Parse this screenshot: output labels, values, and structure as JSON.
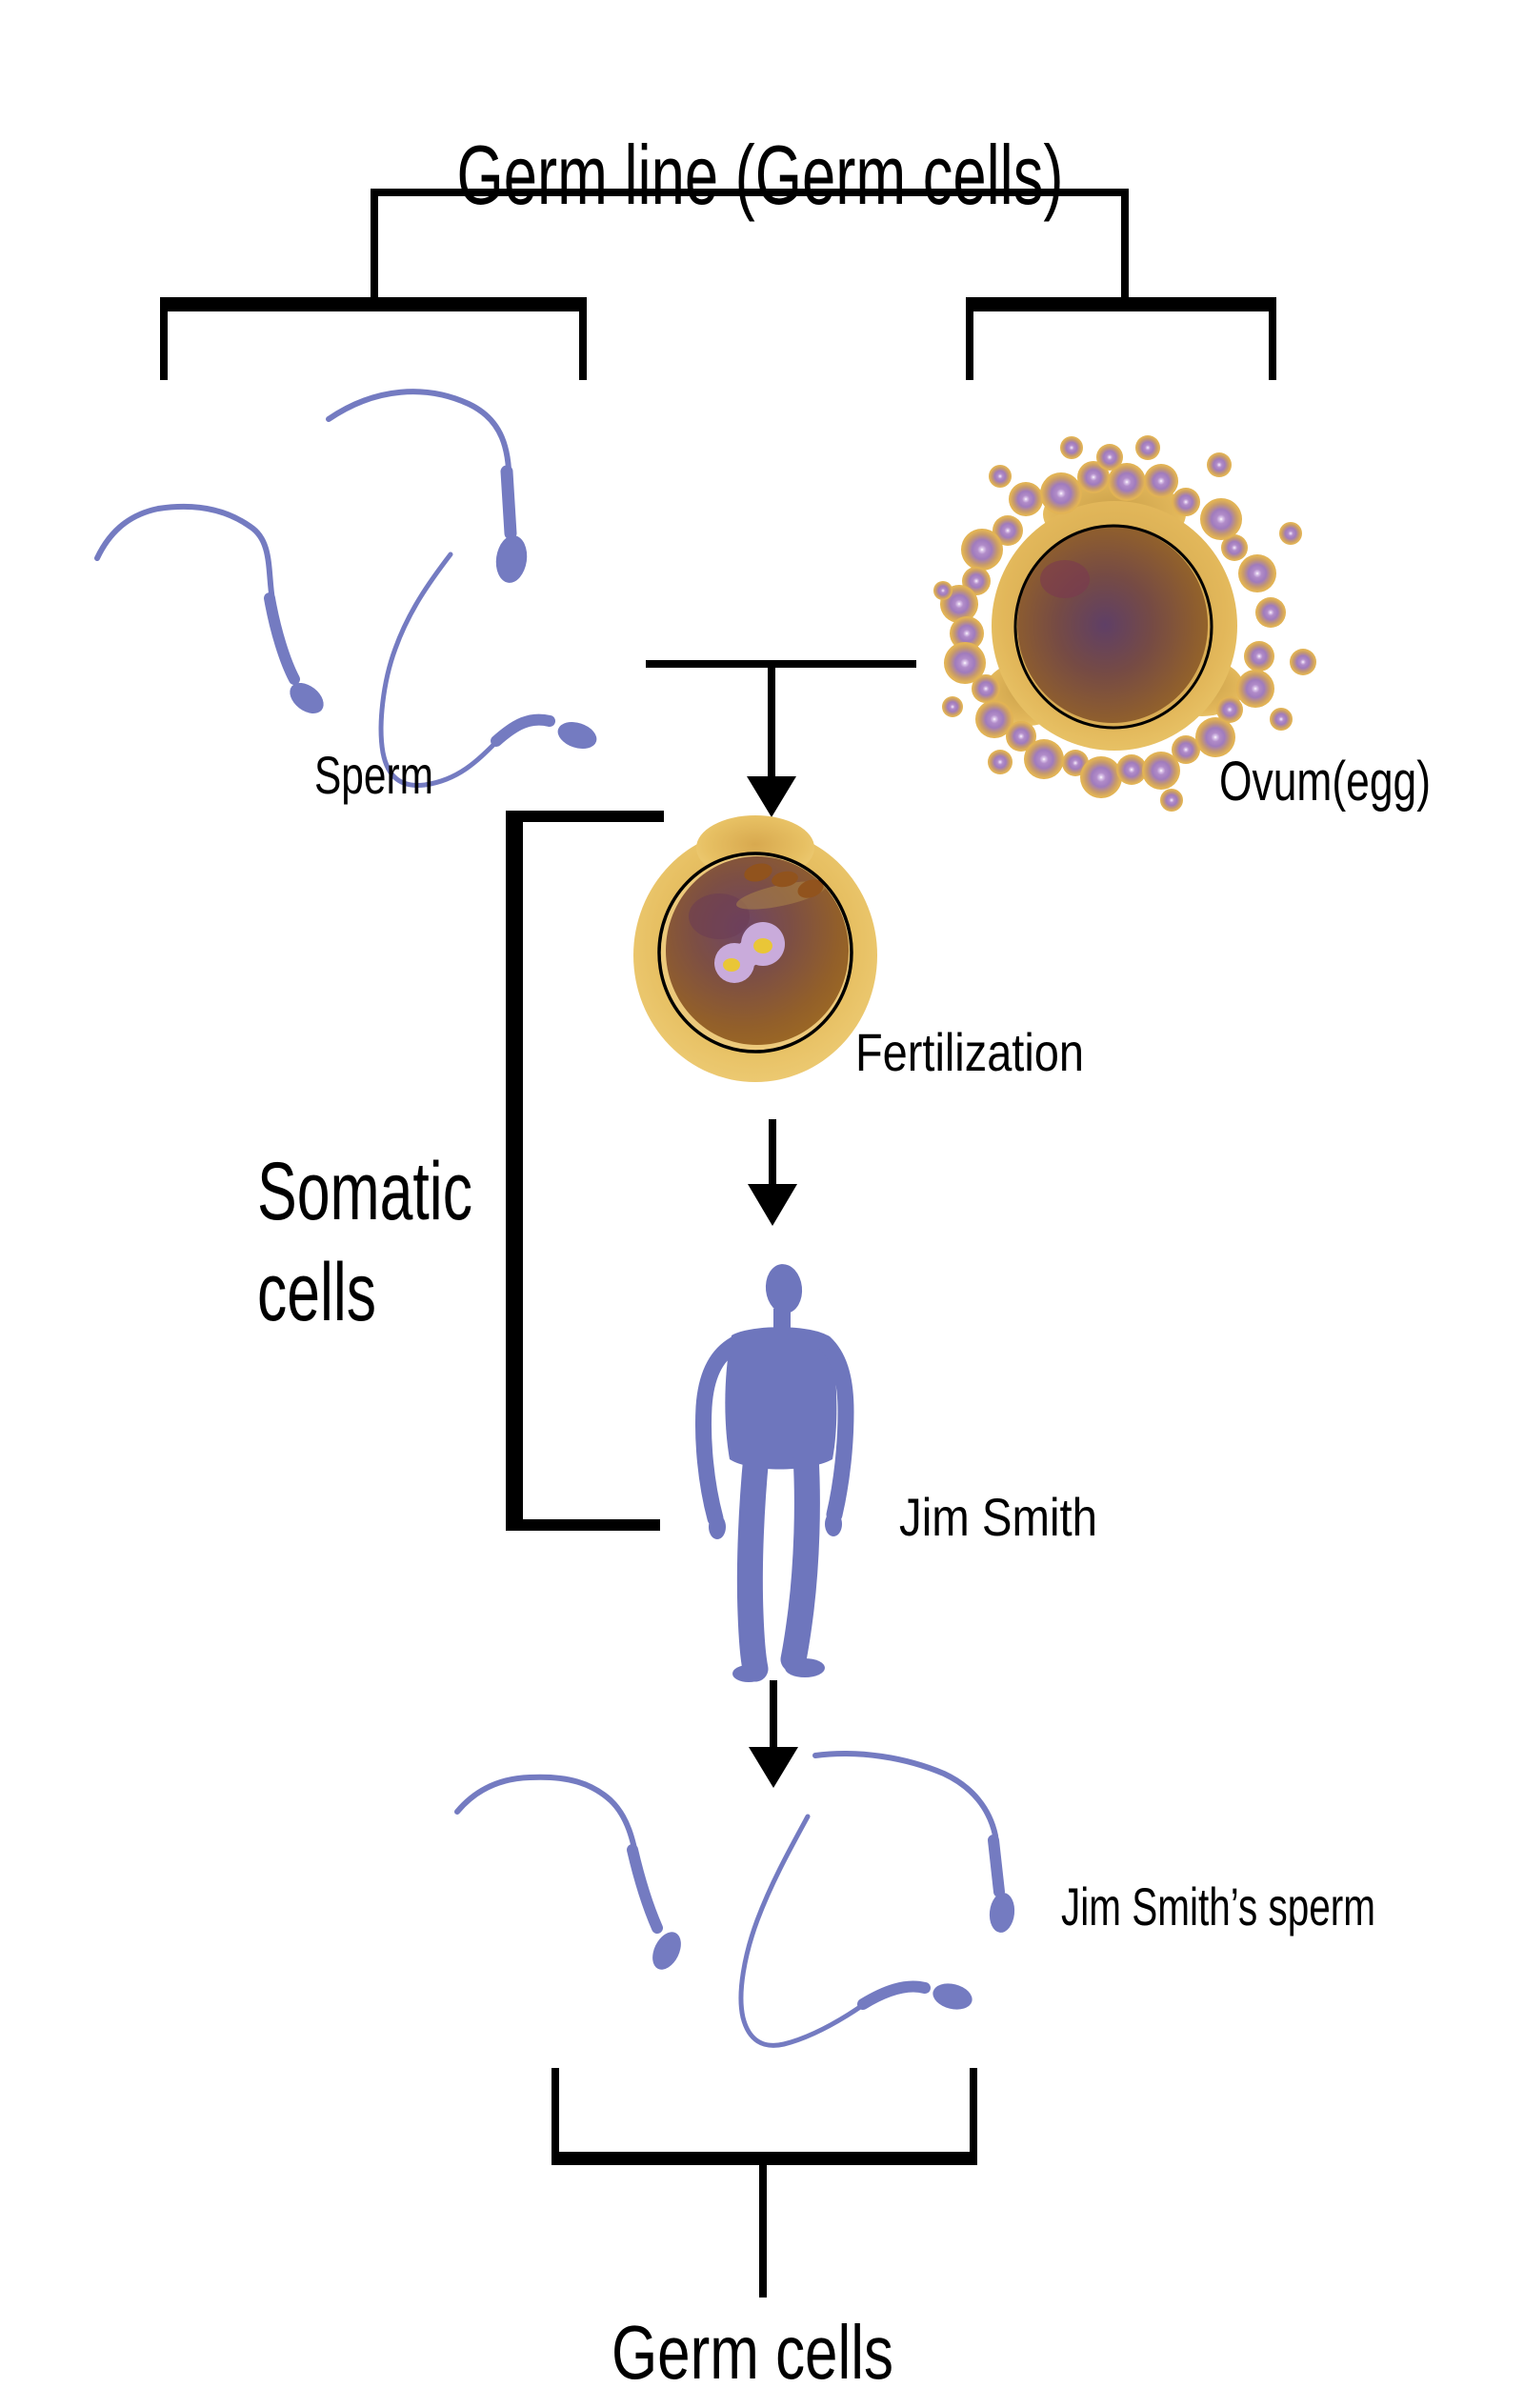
{
  "title": "Germ line (Germ cells)",
  "labels": {
    "sperm": "Sperm",
    "ovum": "Ovum(egg)",
    "fertilization": "Fertilization",
    "somatic_line1": "Somatic",
    "somatic_line2": "cells",
    "jim_smith": "Jim Smith",
    "jim_sperm": "Jim Smith’s sperm",
    "germ_cells": "Germ cells"
  },
  "colors": {
    "line": "#000000",
    "sperm": "#747bc1",
    "figure": "#6e76bd",
    "egg_gold": "#e9c25e",
    "ovum_nucleus_purple": "#5f3f66",
    "pronuclei_purple": "#c9abdb",
    "pronuclei_yellow": "#e9c637"
  }
}
